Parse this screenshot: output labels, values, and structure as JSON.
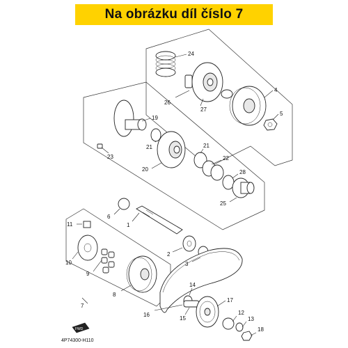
{
  "banner": {
    "text": "Na obrázku díl číslo 7"
  },
  "callouts": [
    "24",
    "26",
    "27",
    "4",
    "5",
    "19",
    "21",
    "23",
    "20",
    "21",
    "22",
    "28",
    "25",
    "6",
    "1",
    "11",
    "10",
    "9",
    "8",
    "7",
    "2",
    "3",
    "14",
    "16",
    "15",
    "17",
    "12",
    "13",
    "18"
  ],
  "fwd_label": "FWD",
  "doc_code": "4P74300-H110",
  "colors": {
    "banner": "#ffd200"
  }
}
